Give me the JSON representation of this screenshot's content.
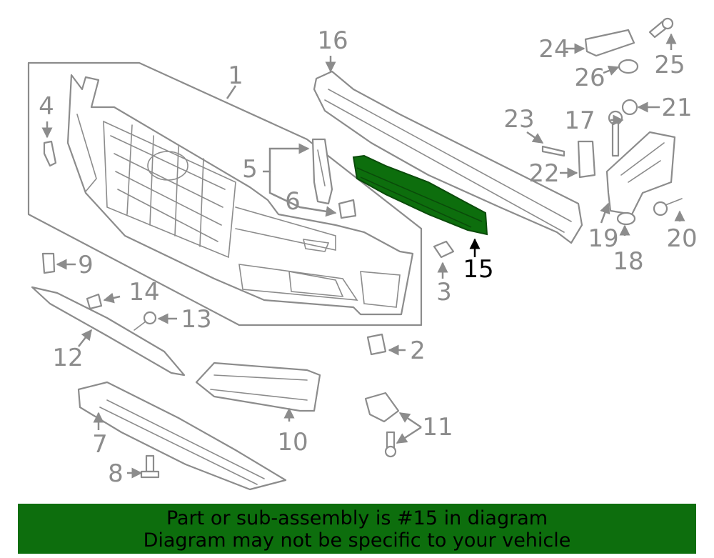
{
  "diagram": {
    "highlighted_part": "15",
    "highlight_color": "#0d6e0d",
    "line_color": "#8c8c8c",
    "callouts": [
      "1",
      "2",
      "3",
      "4",
      "5",
      "6",
      "7",
      "8",
      "9",
      "10",
      "11",
      "12",
      "13",
      "14",
      "15",
      "16",
      "17",
      "18",
      "19",
      "20",
      "21",
      "22",
      "23",
      "24",
      "25",
      "26"
    ]
  },
  "banner": {
    "background": "#0d6e0d",
    "line1": "Part or sub-assembly is #15 in diagram",
    "line2": "Diagram may not be specific to your vehicle"
  }
}
